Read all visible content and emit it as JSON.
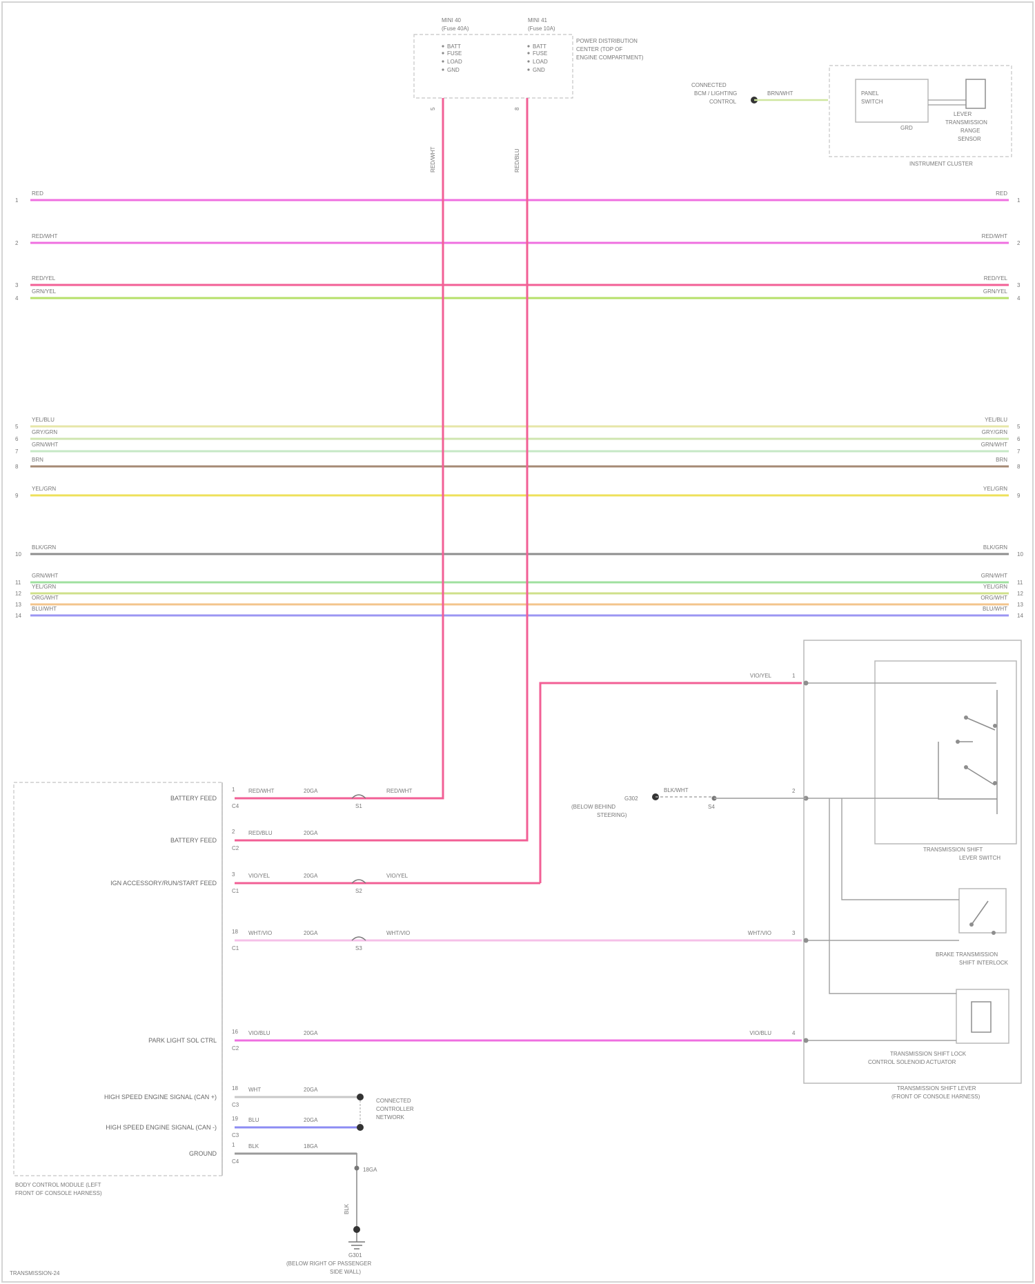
{
  "diagram": {
    "footer_code": "TRANSMISSION-24",
    "fuse_a": {
      "name": "MINI 40",
      "rating": "(Fuse 40A)",
      "pins": [
        "BATT",
        "FUSE",
        "LOAD",
        "GND"
      ]
    },
    "fuse_b": {
      "name": "MINI 41",
      "rating": "(Fuse 10A)",
      "pins": [
        "BATT",
        "FUSE",
        "LOAD",
        "GND"
      ]
    },
    "fuse_box_label": [
      "POWER DISTRIBUTION",
      "CENTER (TOP OF",
      "ENGINE COMPARTMENT)"
    ],
    "fuse_wire_a": "RED/WHT",
    "fuse_wire_b": "RED/BLU",
    "fuse_wire_a_id": "5",
    "fuse_wire_b_id": "8",
    "top_right_module": {
      "source": [
        "CONNECTED",
        "BCM / LIGHTING",
        "CONTROL"
      ],
      "wire": "BRN/WHT",
      "inner": [
        "PANEL",
        "SWITCH"
      ],
      "inner2": [
        "LEVER",
        "TRANSMISSION",
        "RANGE",
        "SENSOR"
      ],
      "caption": "INSTRUMENT CLUSTER",
      "small": "GRD"
    },
    "bus_lines": [
      {
        "pin": "1",
        "label": "RED",
        "color": "#ef6fe0"
      },
      {
        "pin": "2",
        "label": "RED/WHT",
        "color": "#ef6fe0"
      },
      {
        "pin": "3",
        "label": "RED/YEL",
        "color": "#f25f95"
      },
      {
        "pin": "4",
        "label": "GRN/YEL",
        "color": "#b6e06a"
      },
      {
        "pin": "5",
        "label": "YEL/BLU",
        "color": "#e6e6a8"
      },
      {
        "pin": "6",
        "label": "GRY/GRN",
        "color": "#cfe6b0"
      },
      {
        "pin": "7",
        "label": "GRN/WHT",
        "color": "#c6e8c6"
      },
      {
        "pin": "8",
        "label": "BRN",
        "color": "#a58a74"
      },
      {
        "pin": "9",
        "label": "YEL/GRN",
        "color": "#eee05a"
      },
      {
        "pin": "10",
        "label": "BLK/GRN",
        "color": "#8e8e8e"
      },
      {
        "pin": "11",
        "label": "GRN/WHT",
        "color": "#9fe09f"
      },
      {
        "pin": "12",
        "label": "YEL/GRN",
        "color": "#cfe08a"
      },
      {
        "pin": "13",
        "label": "ORG/WHT",
        "color": "#f3c48c"
      },
      {
        "pin": "14",
        "label": "BLU/WHT",
        "color": "#9b96f3"
      }
    ],
    "bcm": {
      "caption": [
        "BODY CONTROL MODULE (LEFT",
        "FRONT OF CONSOLE HARNESS)"
      ],
      "rows": [
        {
          "label": "BATTERY FEED",
          "pin": "1",
          "cav": "C4",
          "wire": "RED/WHT",
          "size": "20GA",
          "splice": "S1",
          "wire2": "RED/WHT",
          "color": "#f25f95"
        },
        {
          "label": "BATTERY FEED",
          "pin": "2",
          "cav": "C2",
          "wire": "RED/BLU",
          "size": "20GA",
          "splice": "",
          "wire2": "",
          "color": "#f25f95"
        },
        {
          "label": "IGN ACCESSORY/RUN/START FEED",
          "pin": "3",
          "cav": "C1",
          "wire": "VIO/YEL",
          "size": "20GA",
          "splice": "S2",
          "wire2": "VIO/YEL",
          "color": "#f25f95"
        },
        {
          "label": "",
          "pin": "18",
          "cav": "C1",
          "wire": "WHT/VIO",
          "size": "20GA",
          "splice": "S3",
          "wire2": "WHT/VIO",
          "color": "#f5c0e8"
        },
        {
          "label": "PARK LIGHT SOL CTRL",
          "pin": "16",
          "cav": "C2",
          "wire": "VIO/BLU",
          "size": "20GA",
          "splice": "",
          "wire2": "",
          "color": "#ef6fe0"
        },
        {
          "label": "HIGH SPEED ENGINE SIGNAL (CAN +)",
          "pin": "18",
          "cav": "C3",
          "wire": "WHT",
          "size": "20GA",
          "splice": "",
          "wire2": "",
          "color": "#c8c8c8"
        },
        {
          "label": "HIGH SPEED ENGINE SIGNAL (CAN -)",
          "pin": "19",
          "cav": "C3",
          "wire": "BLU",
          "size": "20GA",
          "splice": "",
          "wire2": "",
          "color": "#8c8cf3"
        },
        {
          "label": "GROUND",
          "pin": "1",
          "cav": "C4",
          "wire": "BLK",
          "size": "18GA",
          "splice": "",
          "wire2": "",
          "color": "#9a9a9a"
        }
      ],
      "can_target": [
        "CONNECTED",
        "CONTROLLER",
        "NETWORK"
      ],
      "ground_wire_size": "18GA",
      "ground_wire": "BLK",
      "ground_name": [
        "G301",
        "(BELOW RIGHT OF PASSENGER",
        "SIDE WALL)"
      ]
    },
    "shifter": {
      "caption": [
        "TRANSMISSION SHIFT LEVER",
        "(FRONT OF CONSOLE HARNESS)"
      ],
      "switch_caption": [
        "TRANSMISSION SHIFT",
        "LEVER SWITCH"
      ],
      "brake_caption": [
        "BRAKE TRANSMISSION",
        "SHIFT INTERLOCK"
      ],
      "solenoid_caption": [
        "TRANSMISSION SHIFT LOCK",
        "CONTROL SOLENOID ACTUATOR"
      ],
      "wires": [
        {
          "label": "VIO/YEL",
          "pin": "1"
        },
        {
          "label": "BLK/WHT",
          "pin": "2"
        },
        {
          "label": "WHT/VIO",
          "pin": "3"
        },
        {
          "label": "VIO/BLU",
          "pin": "4"
        }
      ],
      "ground_ref": [
        "G302",
        "(BELOW BEHIND",
        "STEERING)"
      ],
      "ground_wire": "BLK/WHT",
      "ground_splice": "S4"
    }
  }
}
